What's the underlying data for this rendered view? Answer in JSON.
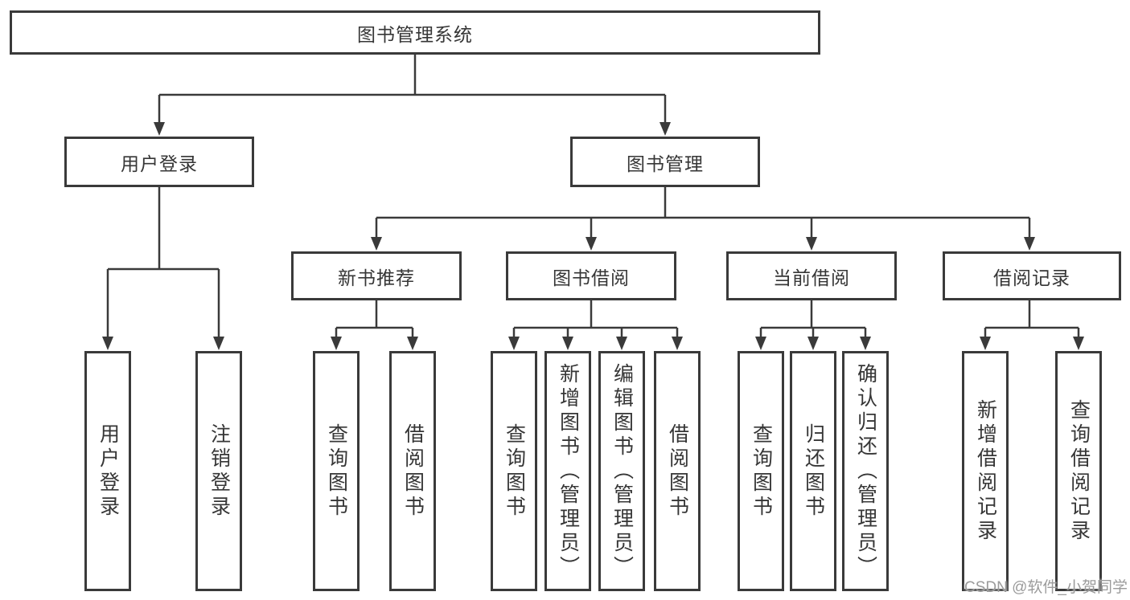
{
  "diagram": {
    "root": {
      "label": "图书管理系统"
    },
    "level2": [
      {
        "label": "用户登录"
      },
      {
        "label": "图书管理"
      }
    ],
    "level3": [
      {
        "label": "新书推荐"
      },
      {
        "label": "图书借阅"
      },
      {
        "label": "当前借阅"
      },
      {
        "label": "借阅记录"
      }
    ],
    "leaves": [
      {
        "label": "用户登录"
      },
      {
        "label": "注销登录"
      },
      {
        "label": "查询图书"
      },
      {
        "label": "借阅图书"
      },
      {
        "label": "查询图书"
      },
      {
        "label": "新增图书（管理员）"
      },
      {
        "label": "编辑图书（管理员）"
      },
      {
        "label": "借阅图书"
      },
      {
        "label": "查询图书"
      },
      {
        "label": "归还图书"
      },
      {
        "label": "确认归还（管理员）"
      },
      {
        "label": "新增借阅记录"
      },
      {
        "label": "查询借阅记录"
      }
    ]
  },
  "watermark": {
    "text": "CSDN @软件_小贺同学"
  },
  "colors": {
    "line": "#3a3a3a",
    "box_border": "#3a3a3a",
    "box_fill": "#ffffff",
    "text": "#363636",
    "watermark": "#9b9b9b",
    "background": "#ffffff"
  }
}
